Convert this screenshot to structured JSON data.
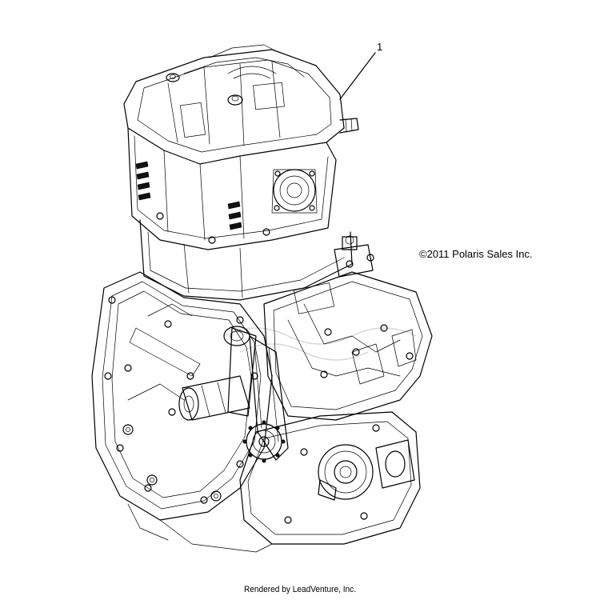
{
  "callout": {
    "number": "1"
  },
  "copyright": "©2011 Polaris Sales Inc.",
  "footer": "Rendered by LeadVenture, Inc.",
  "colors": {
    "line": "#000000",
    "background": "#ffffff"
  }
}
